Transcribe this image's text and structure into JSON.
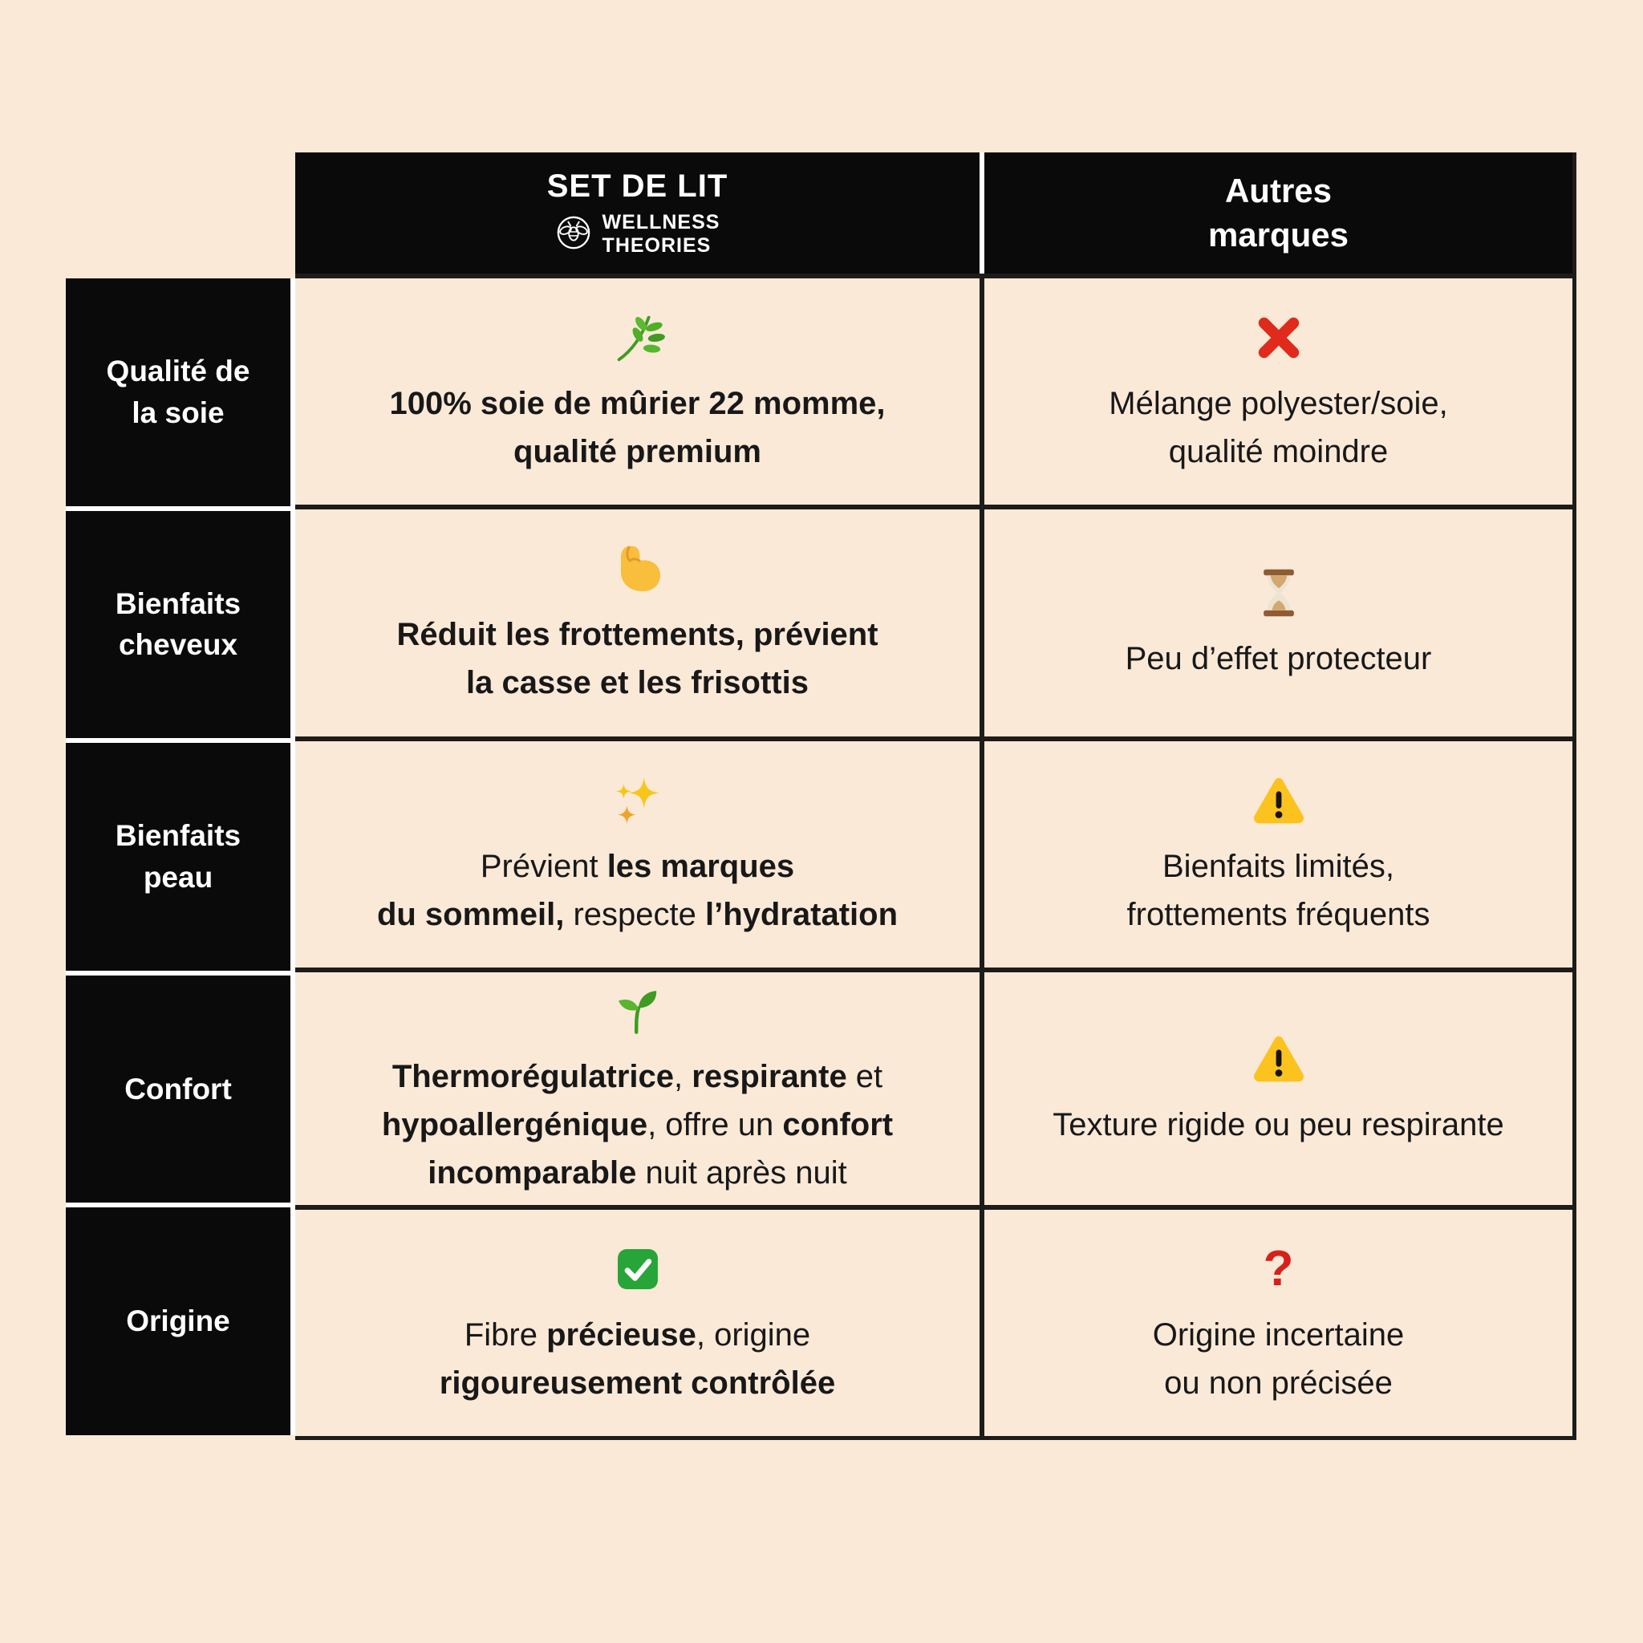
{
  "colors": {
    "background": "#FBE9D8",
    "panel_black": "#0A0A0A",
    "grid_line": "#1E1C19",
    "white_separator": "#FFFFFF",
    "text": "#181818",
    "cross_red": "#E02A1C",
    "warning_yellow": "#FCC21E",
    "check_green": "#27A539",
    "question_red": "#D8201A",
    "herb_green": "#4FAF28",
    "hourglass_brown": "#8E5B33",
    "biceps_yellow": "#F9BE3B",
    "sparkle_yellow": "#F7C61C"
  },
  "header": {
    "product_column": {
      "title": "SET DE LIT",
      "logo_icon": "bee-logo-icon",
      "brand_line1": "WELLNESS",
      "brand_line2": "THEORIES"
    },
    "others_column": {
      "text": "Autres\nmarques"
    }
  },
  "rows": [
    {
      "label": "Qualité de\nla soie",
      "product": {
        "icon": "herb-icon",
        "segments": [
          {
            "t": "100% soie de mûrier 22 momme,\nqualité premium",
            "b": true
          }
        ]
      },
      "others": {
        "icon": "cross-icon",
        "segments": [
          {
            "t": "Mélange polyester/soie,\nqualité moindre",
            "b": false
          }
        ]
      }
    },
    {
      "label": "Bienfaits\ncheveux",
      "product": {
        "icon": "biceps-icon",
        "segments": [
          {
            "t": "Réduit les frottements, prévient\nla casse et les frisottis",
            "b": true
          }
        ]
      },
      "others": {
        "icon": "hourglass-icon",
        "segments": [
          {
            "t": "Peu d’effet protecteur",
            "b": false
          }
        ]
      }
    },
    {
      "label": "Bienfaits\npeau",
      "product": {
        "icon": "sparkles-icon",
        "segments": [
          {
            "t": "Prévient ",
            "b": false
          },
          {
            "t": "les marques\ndu sommeil,",
            "b": true
          },
          {
            "t": " respecte ",
            "b": false
          },
          {
            "t": "l’hydratation",
            "b": true
          }
        ]
      },
      "others": {
        "icon": "warning-icon",
        "segments": [
          {
            "t": "Bienfaits limités,\nfrottements fréquents",
            "b": false
          }
        ]
      }
    },
    {
      "label": "Confort",
      "product": {
        "icon": "seedling-icon",
        "segments": [
          {
            "t": "Thermorégulatrice",
            "b": true
          },
          {
            "t": ", ",
            "b": false
          },
          {
            "t": "respirante",
            "b": true
          },
          {
            "t": " et\n",
            "b": false
          },
          {
            "t": "hypoallergénique",
            "b": true
          },
          {
            "t": ", offre un ",
            "b": false
          },
          {
            "t": "confort\nincomparable",
            "b": true
          },
          {
            "t": " nuit après nuit",
            "b": false
          }
        ]
      },
      "others": {
        "icon": "warning-icon",
        "segments": [
          {
            "t": "Texture rigide ou peu respirante",
            "b": false
          }
        ]
      }
    },
    {
      "label": "Origine",
      "product": {
        "icon": "check-icon",
        "segments": [
          {
            "t": "Fibre ",
            "b": false
          },
          {
            "t": "précieuse",
            "b": true
          },
          {
            "t": ", origine\n",
            "b": false
          },
          {
            "t": "rigoureusement contrôlée",
            "b": true
          }
        ]
      },
      "others": {
        "icon": "question-icon",
        "question_glyph": "?",
        "segments": [
          {
            "t": "Origine incertaine\nou non précisée",
            "b": false
          }
        ]
      }
    }
  ]
}
